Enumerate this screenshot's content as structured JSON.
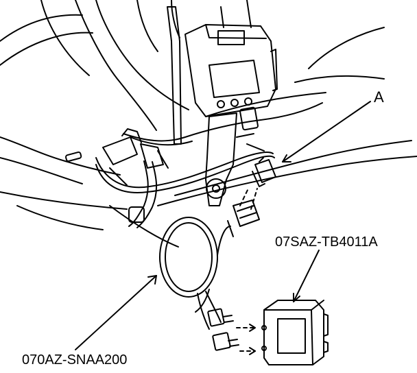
{
  "labels": {
    "callout_a": "A",
    "tester_part_number": "07SAZ-TB4011A",
    "harness_part_number": "070AZ-SNAA200"
  }
}
